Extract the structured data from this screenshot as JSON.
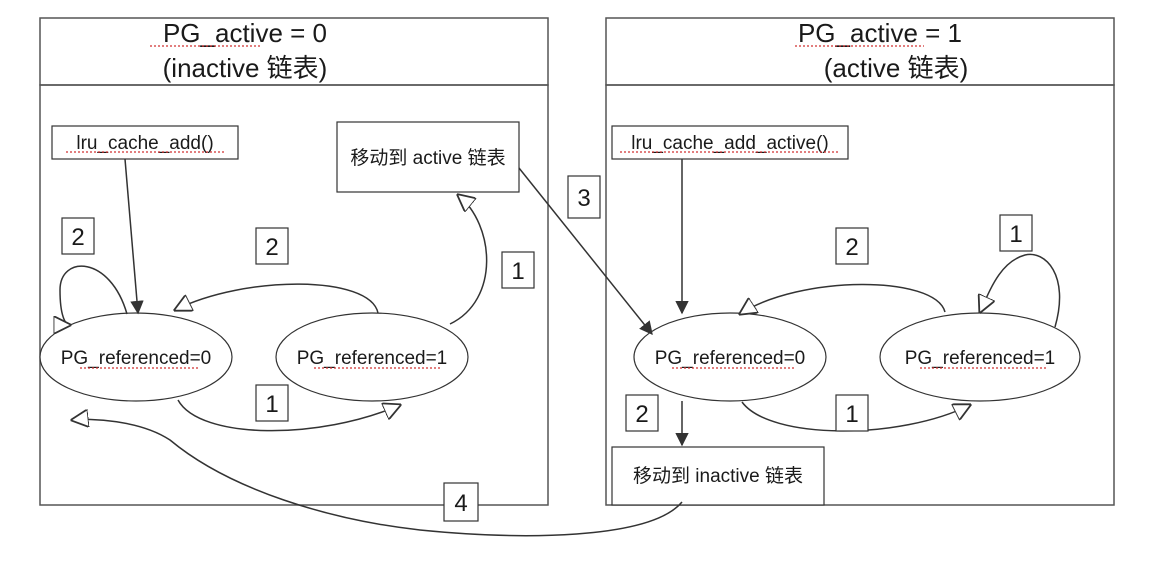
{
  "left_panel": {
    "title_line1": "PG_active = 0",
    "title_line2": "(inactive 链表)",
    "entry_func": "lru_cache_add()",
    "move_box": "移动到 active 链表",
    "state0": "PG_referenced=0",
    "state1": "PG_referenced=1",
    "num_self_loop": "2",
    "num_top": "2",
    "num_bottom": "1",
    "num_to_move": "1"
  },
  "right_panel": {
    "title_line1": "PG_active = 1",
    "title_line2": "(active 链表)",
    "entry_func": "lru_cache_add_active()",
    "move_box": "移动到 inactive 链表",
    "state0": "PG_referenced=0",
    "state1": "PG_referenced=1",
    "num_self_loop": "1",
    "num_top": "2",
    "num_bottom": "1",
    "num_to_move": "2"
  },
  "cross": {
    "num_3": "3",
    "num_4": "4"
  }
}
